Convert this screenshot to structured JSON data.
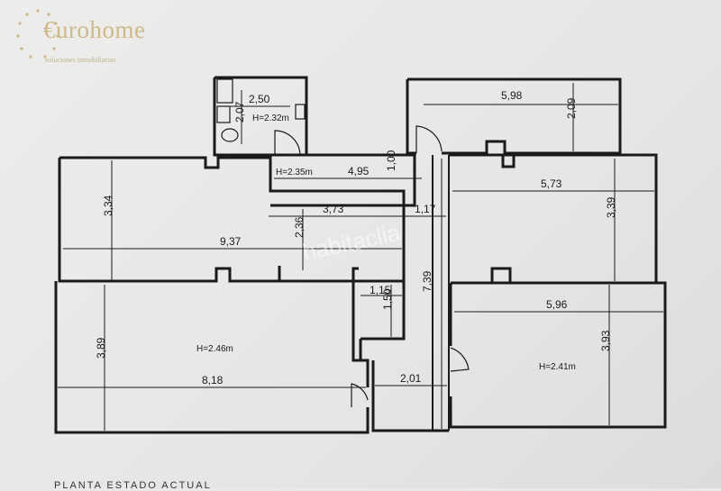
{
  "logo": {
    "title": "€urohome",
    "subtitle": "soluciones inmobiliarias"
  },
  "watermark": "habitaclia",
  "bottom_caption": "PLANTA ESTADO ACTUAL",
  "labels": {
    "bath_width": "2,50",
    "bath_depth": "2,07",
    "bath_height": "H=2.32m",
    "top_right_width": "5,98",
    "top_right_depth": "2,09",
    "hall_height": "H=2.35m",
    "hall_length": "4,95",
    "hall_gap": "1,00",
    "corridor_length": "3,73",
    "corridor_width": "1,17",
    "left_upper_depth": "3,34",
    "left_total_width": "9,37",
    "left_mid_depth": "2,36",
    "right_upper_width": "5,73",
    "right_upper_depth": "3,39",
    "closet_width": "1,15",
    "closet_depth": "1,50",
    "center_length": "7,39",
    "right_lower_width": "5,96",
    "right_lower_depth": "3,93",
    "right_lower_height": "H=2.41m",
    "left_lower_depth": "3,89",
    "left_lower_height": "H=2.46m",
    "left_lower_width": "8,18",
    "center_bottom_width": "2,01"
  },
  "colors": {
    "wall": "#1a1a1a",
    "logo": "#cdb98a",
    "paper": "#ececea"
  }
}
